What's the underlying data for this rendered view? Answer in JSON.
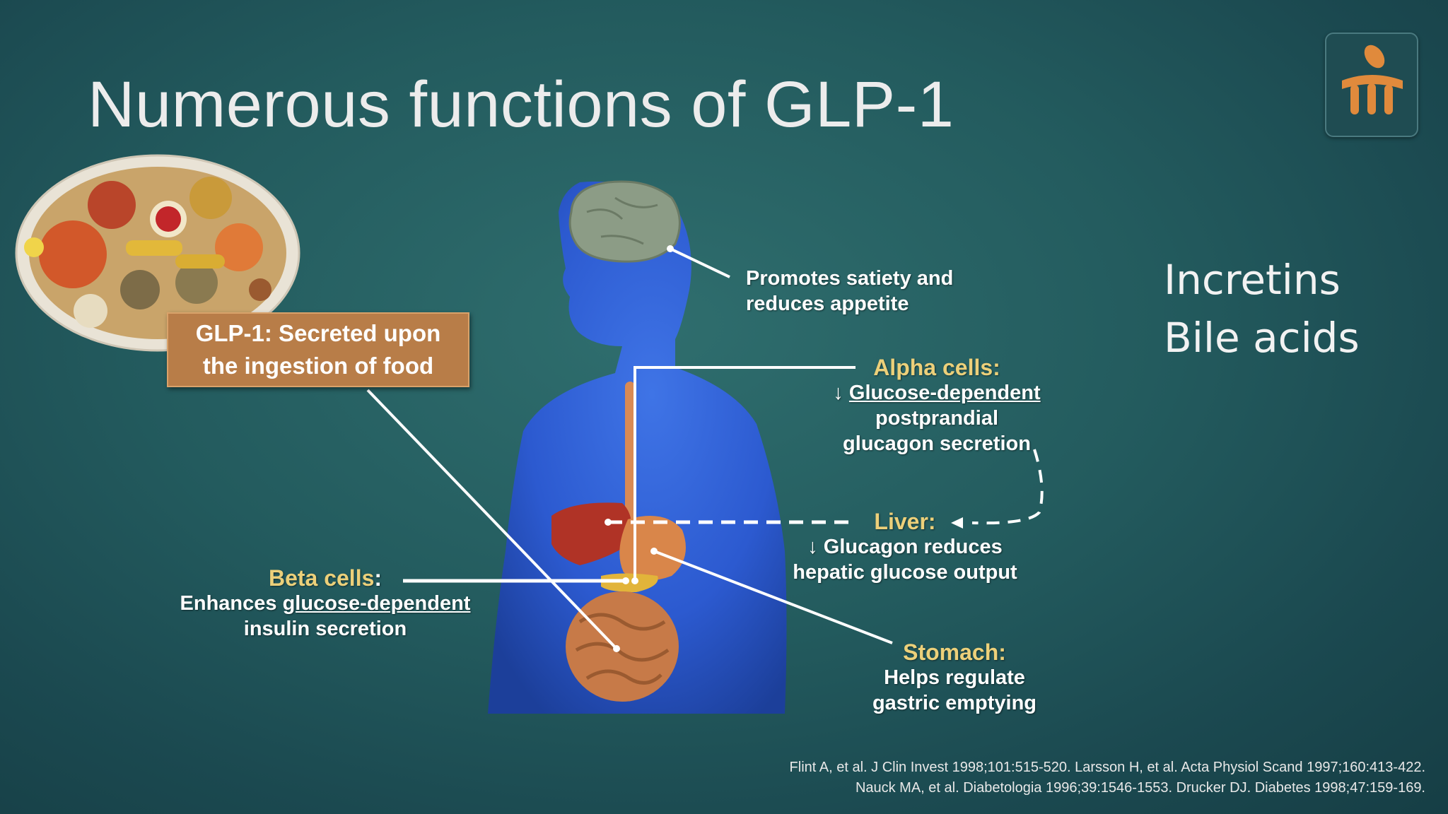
{
  "slide": {
    "title": "Numerous functions of GLP-1",
    "side_list": [
      "Incretins",
      "Bile acids"
    ],
    "food_box": {
      "line1": "GLP-1: Secreted upon",
      "line2": "the ingestion of food"
    },
    "brain": {
      "line1": "Promotes satiety and",
      "line2": "reduces appetite"
    },
    "alpha": {
      "heading": "Alpha cells:",
      "arrow": "↓",
      "line1": "Glucose-dependent",
      "line2": "postprandial",
      "line3": "glucagon secretion"
    },
    "liver": {
      "heading": "Liver:",
      "arrow": "↓",
      "line1": "Glucagon reduces",
      "line2": "hepatic glucose output"
    },
    "beta": {
      "heading": "Beta cells",
      "colon": ":",
      "line1_pre": "Enhances ",
      "line1_u": "glucose-dependent",
      "line2": "insulin secretion"
    },
    "stomach": {
      "heading": "Stomach:",
      "line1": "Helps regulate",
      "line2": "gastric emptying"
    },
    "references": [
      "Flint A, et al. J Clin Invest 1998;101:515-520. Larsson H, et al. Acta Physiol Scand 1997;160:413-422.",
      "Nauck MA, et al. Diabetologia 1996;39:1546-1553. Drucker DJ. Diabetes 1998;47:159-169."
    ]
  },
  "colors": {
    "label_heading": "#ecd07a",
    "food_box": "#b87d48",
    "body": "#2a5bd0",
    "logo": "#e08a3c"
  }
}
